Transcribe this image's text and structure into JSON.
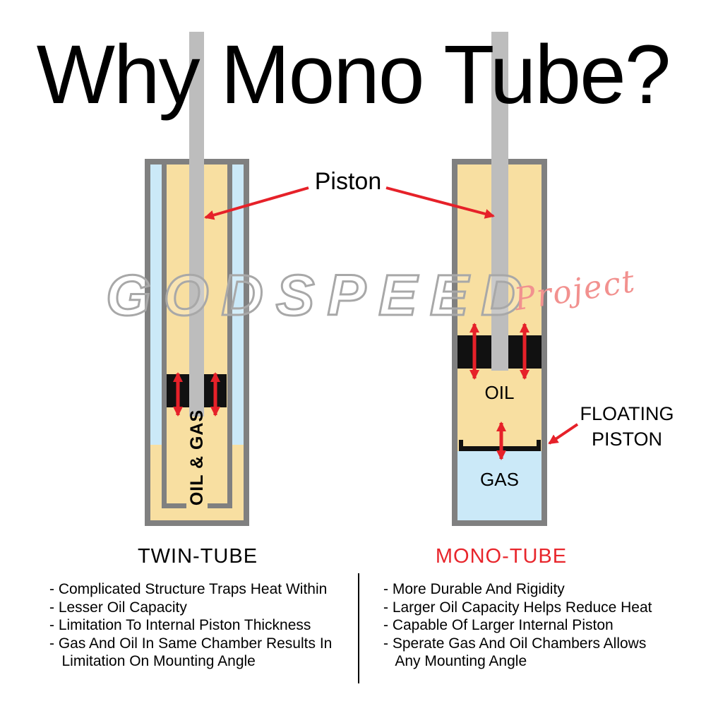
{
  "title": "Why Mono Tube?",
  "watermark": {
    "text": "GODSPEED",
    "script": "Project"
  },
  "annotations": {
    "piston": "Piston",
    "floating_piston_line1": "FLOATING",
    "floating_piston_line2": "PISTON",
    "oil_and_gas": "OIL & GAS",
    "oil": "OIL",
    "gas": "GAS"
  },
  "columns": {
    "twin": {
      "heading": "TWIN-TUBE",
      "points": [
        "- Complicated Structure Traps Heat Within",
        "- Lesser Oil Capacity",
        "- Limitation To Internal Piston Thickness",
        "- Gas And Oil In Same Chamber Results In",
        "   Limitation On Mounting Angle"
      ]
    },
    "mono": {
      "heading": "MONO-TUBE",
      "points": [
        "- More Durable And Rigidity",
        "- Larger Oil Capacity Helps Reduce Heat",
        "- Capable Of Larger Internal Piston",
        "- Sperate Gas And Oil Chambers Allows",
        "   Any Mounting Angle"
      ]
    }
  },
  "colors": {
    "accent_red": "#e62129",
    "mono_heading_red": "#e8262c",
    "oil_tan": "#f8dfa1",
    "gas_blue": "#cbe9f8",
    "wall_gray": "#808080",
    "rod_gray": "#bdbdbd",
    "watermark_gray": "#a8a8a8",
    "piston_black": "#111111"
  }
}
